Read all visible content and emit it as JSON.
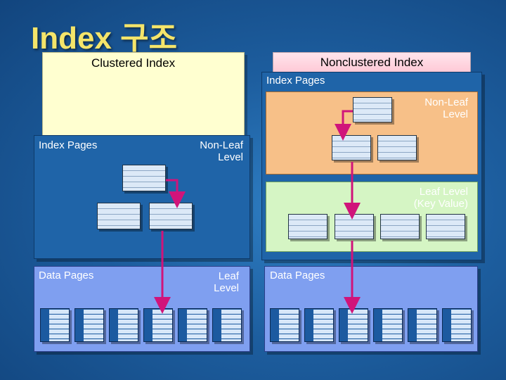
{
  "title": "Index 구조",
  "clustered": {
    "label": "Clustered Index",
    "index_pages": "Index Pages",
    "non_leaf_level": "Non-Leaf\nLevel",
    "data_pages": "Data Pages",
    "leaf_level": "Leaf\nLevel"
  },
  "nonclustered": {
    "label": "Nonclustered Index",
    "index_pages": "Index Pages",
    "non_leaf_level": "Non-Leaf\nLevel",
    "leaf_level": "Leaf Level\n(Key Value)",
    "data_pages": "Data Pages"
  },
  "colors": {
    "title": "#f4e46a",
    "arrow": "#d0147a",
    "index_area": "#1f64a8",
    "data_area": "#7f9ff0",
    "non_leaf_area": "#f7c088",
    "leaf_area": "#d5f5c4"
  }
}
